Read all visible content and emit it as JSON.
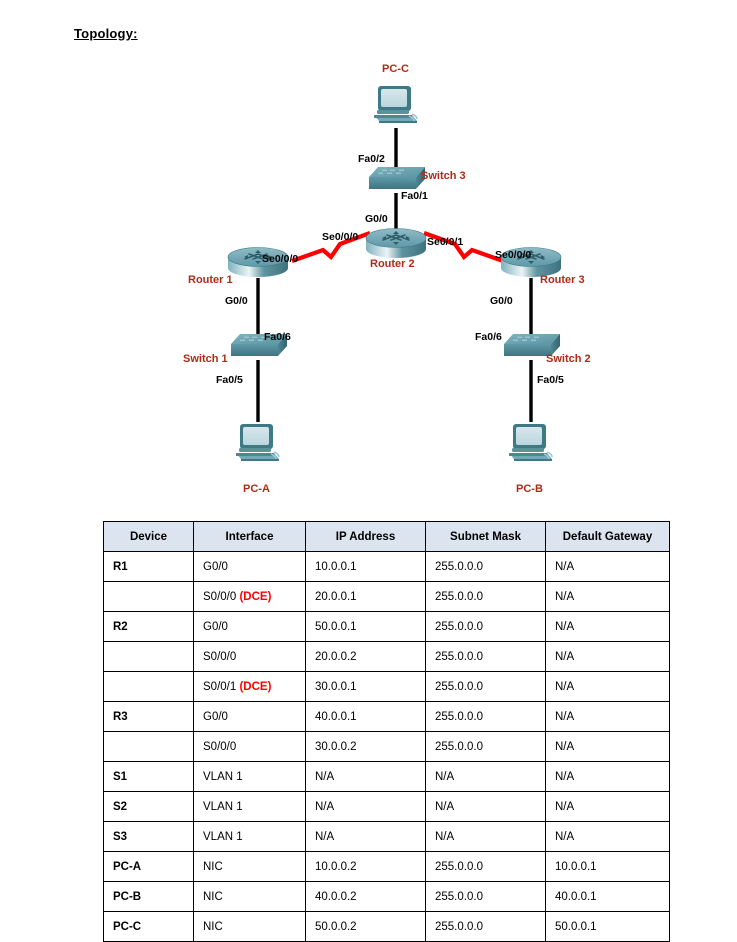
{
  "page": {
    "title": "Topology:"
  },
  "colors": {
    "device_label": "#B02B17",
    "serial_link": "#FF0000",
    "ethernet_link": "#000000",
    "device_teal": "#4E8C9B",
    "table_header_bg": "#DCE4EF",
    "dce_red": "#FF0000"
  },
  "topology": {
    "devices": [
      {
        "id": "pcc",
        "name": "PC-C",
        "type": "pc-icon"
      },
      {
        "id": "switch3",
        "name": "Switch 3",
        "type": "switch-icon"
      },
      {
        "id": "router2",
        "name": "Router 2",
        "type": "router-icon"
      },
      {
        "id": "router1",
        "name": "Router 1",
        "type": "router-icon"
      },
      {
        "id": "router3",
        "name": "Router 3",
        "type": "router-icon"
      },
      {
        "id": "switch1",
        "name": "Switch 1",
        "type": "switch-icon"
      },
      {
        "id": "switch2",
        "name": "Switch 2",
        "type": "switch-icon"
      },
      {
        "id": "pca",
        "name": "PC-A",
        "type": "pc-icon"
      },
      {
        "id": "pcb",
        "name": "PC-B",
        "type": "pc-icon"
      }
    ],
    "interfaces": [
      {
        "id": "sw3-fa02",
        "label": "Fa0/2"
      },
      {
        "id": "sw3-fa01",
        "label": "Fa0/1"
      },
      {
        "id": "r2-g00",
        "label": "G0/0"
      },
      {
        "id": "r2-se000",
        "label": "Se0/0/0"
      },
      {
        "id": "r2-se001",
        "label": "Se0/0/1"
      },
      {
        "id": "r1-se000",
        "label": "Se0/0/0"
      },
      {
        "id": "r1-g00",
        "label": "G0/0"
      },
      {
        "id": "r3-se000",
        "label": "Se0/0/0"
      },
      {
        "id": "r3-g00",
        "label": "G0/0"
      },
      {
        "id": "sw1-fa06",
        "label": "Fa0/6"
      },
      {
        "id": "sw1-fa05",
        "label": "Fa0/5"
      },
      {
        "id": "sw2-fa06",
        "label": "Fa0/6"
      },
      {
        "id": "sw2-fa05",
        "label": "Fa0/5"
      }
    ]
  },
  "table": {
    "headers": [
      "Device",
      "Interface",
      "IP Address",
      "Subnet Mask",
      "Default Gateway"
    ],
    "rows": [
      {
        "device": "R1",
        "interface": "G0/0",
        "dce": "",
        "ip": "10.0.0.1",
        "mask": "255.0.0.0",
        "gateway": "N/A"
      },
      {
        "device": "",
        "interface": "S0/0/0",
        "dce": "(DCE)",
        "ip": "20.0.0.1",
        "mask": "255.0.0.0",
        "gateway": "N/A"
      },
      {
        "device": "R2",
        "interface": "G0/0",
        "dce": "",
        "ip": "50.0.0.1",
        "mask": "255.0.0.0",
        "gateway": "N/A"
      },
      {
        "device": "",
        "interface": "S0/0/0",
        "dce": "",
        "ip": "20.0.0.2",
        "mask": "255.0.0.0",
        "gateway": "N/A"
      },
      {
        "device": "",
        "interface": "S0/0/1",
        "dce": "(DCE)",
        "ip": "30.0.0.1",
        "mask": "255.0.0.0",
        "gateway": "N/A"
      },
      {
        "device": "R3",
        "interface": "G0/0",
        "dce": "",
        "ip": "40.0.0.1",
        "mask": "255.0.0.0",
        "gateway": "N/A"
      },
      {
        "device": "",
        "interface": "S0/0/0",
        "dce": "",
        "ip": "30.0.0.2",
        "mask": "255.0.0.0",
        "gateway": "N/A"
      },
      {
        "device": "S1",
        "interface": "VLAN 1",
        "dce": "",
        "ip": "N/A",
        "mask": "N/A",
        "gateway": "N/A"
      },
      {
        "device": "S2",
        "interface": "VLAN 1",
        "dce": "",
        "ip": "N/A",
        "mask": "N/A",
        "gateway": "N/A"
      },
      {
        "device": "S3",
        "interface": "VLAN 1",
        "dce": "",
        "ip": "N/A",
        "mask": "N/A",
        "gateway": "N/A"
      },
      {
        "device": "PC-A",
        "interface": "NIC",
        "dce": "",
        "ip": "10.0.0.2",
        "mask": "255.0.0.0",
        "gateway": "10.0.0.1"
      },
      {
        "device": "PC-B",
        "interface": "NIC",
        "dce": "",
        "ip": "40.0.0.2",
        "mask": "255.0.0.0",
        "gateway": "40.0.0.1"
      },
      {
        "device": "PC-C",
        "interface": "NIC",
        "dce": "",
        "ip": "50.0.0.2",
        "mask": "255.0.0.0",
        "gateway": "50.0.0.1"
      }
    ]
  }
}
